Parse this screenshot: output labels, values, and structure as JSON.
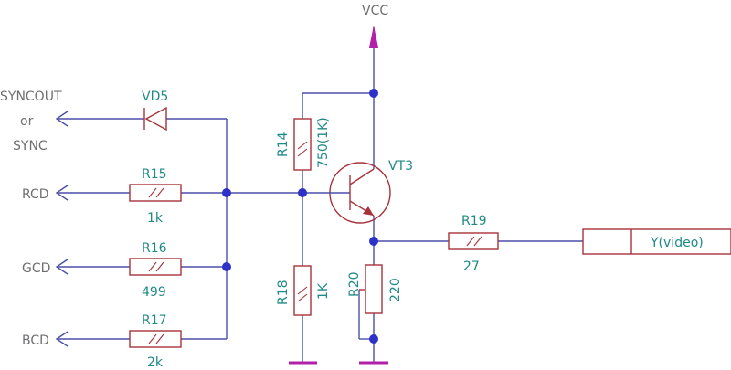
{
  "nets": {
    "vcc": "VCC",
    "syncout": "SYNCOUT",
    "or": "or",
    "sync": "SYNC",
    "rcd": "RCD",
    "gcd": "GCD",
    "bcd": "BCD"
  },
  "components": {
    "vd5": {
      "ref": "VD5"
    },
    "r15": {
      "ref": "R15",
      "value": "1k"
    },
    "r16": {
      "ref": "R16",
      "value": "499"
    },
    "r17": {
      "ref": "R17",
      "value": "2k"
    },
    "r14": {
      "ref": "R14",
      "value": "750(1K)"
    },
    "r18": {
      "ref": "R18",
      "value": "1K"
    },
    "r19": {
      "ref": "R19",
      "value": "27"
    },
    "r20": {
      "ref": "R20",
      "value": "220"
    },
    "vt3": {
      "ref": "VT3"
    }
  },
  "output": {
    "label": "Y(video)"
  },
  "colors": {
    "wire": "#4a4fa8",
    "component": "#a8323a",
    "junction": "#2e31c8",
    "power": "#b21fa8",
    "net_label": "#6f6f72",
    "component_label": "#1f8a86"
  }
}
